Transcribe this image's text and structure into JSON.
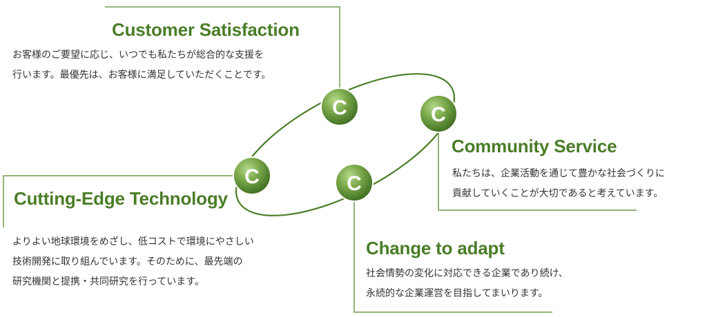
{
  "colors": {
    "accent": "#4a7d27",
    "line": "#6f9a4a",
    "text": "#333333"
  },
  "orb_letter": "C",
  "sections": {
    "customer": {
      "title": "Customer Satisfaction",
      "lines": [
        "お客様のご要望に応じ、いつでも私たちが総合的な支援を",
        "行います。最優先は、お客様に満足していただくことです。"
      ]
    },
    "community": {
      "title": "Community Service",
      "lines": [
        "私たちは、企業活動を通じて豊かな社会づくりに",
        "貢献していくことが大切であると考えています。"
      ]
    },
    "technology": {
      "title": "Cutting-Edge Technology",
      "lines": [
        "よりよい地球環境をめざし、低コストで環境にやさしい",
        "技術開発に取り組んでいます。そのために、最先端の",
        "研究機関と提携・共同研究を行っています。"
      ]
    },
    "adapt": {
      "title": "Change to adapt",
      "lines": [
        "社会情勢の変化に対応できる企業であり続け、",
        "永続的な企業運営を目指してまいります。"
      ]
    }
  }
}
